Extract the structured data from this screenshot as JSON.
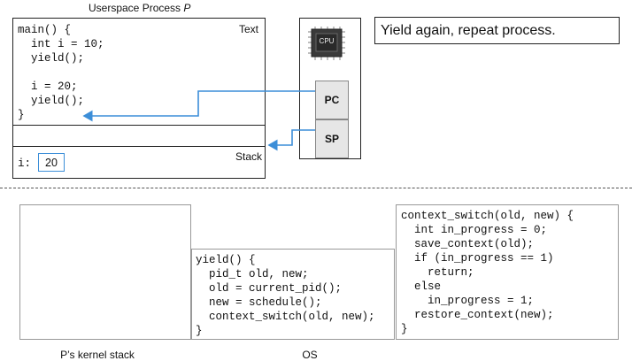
{
  "process": {
    "title_prefix": "Userspace Process ",
    "title_var": "P",
    "text_label": "Text",
    "stack_label": "Stack",
    "code": [
      "main() {",
      "  int i = 10;",
      "  yield();",
      "",
      "  i = 20;",
      "  yield();",
      "}"
    ],
    "var_name": "i:",
    "var_value": "20"
  },
  "cpu": {
    "chip_label": "CPU",
    "pc_label": "PC",
    "sp_label": "SP"
  },
  "note": "Yield again, repeat process.",
  "kernel_stack": {
    "label": "P’s kernel stack"
  },
  "os": {
    "label": "OS",
    "yield_code": [
      "yield() {",
      "  pid_t old, new;",
      "  old = current_pid();",
      "  new = schedule();",
      "  context_switch(old, new);",
      "}"
    ],
    "switch_code": [
      "context_switch(old, new) {",
      "  int in_progress = 0;",
      "  save_context(old);",
      "  if (in_progress == 1)",
      "    return;",
      "  else",
      "    in_progress = 1;",
      "  restore_context(new);",
      "}"
    ]
  },
  "colors": {
    "arrow": "#3c8ed8",
    "reg_fill": "#e6e6e6",
    "var_border": "#3c8ed8"
  }
}
